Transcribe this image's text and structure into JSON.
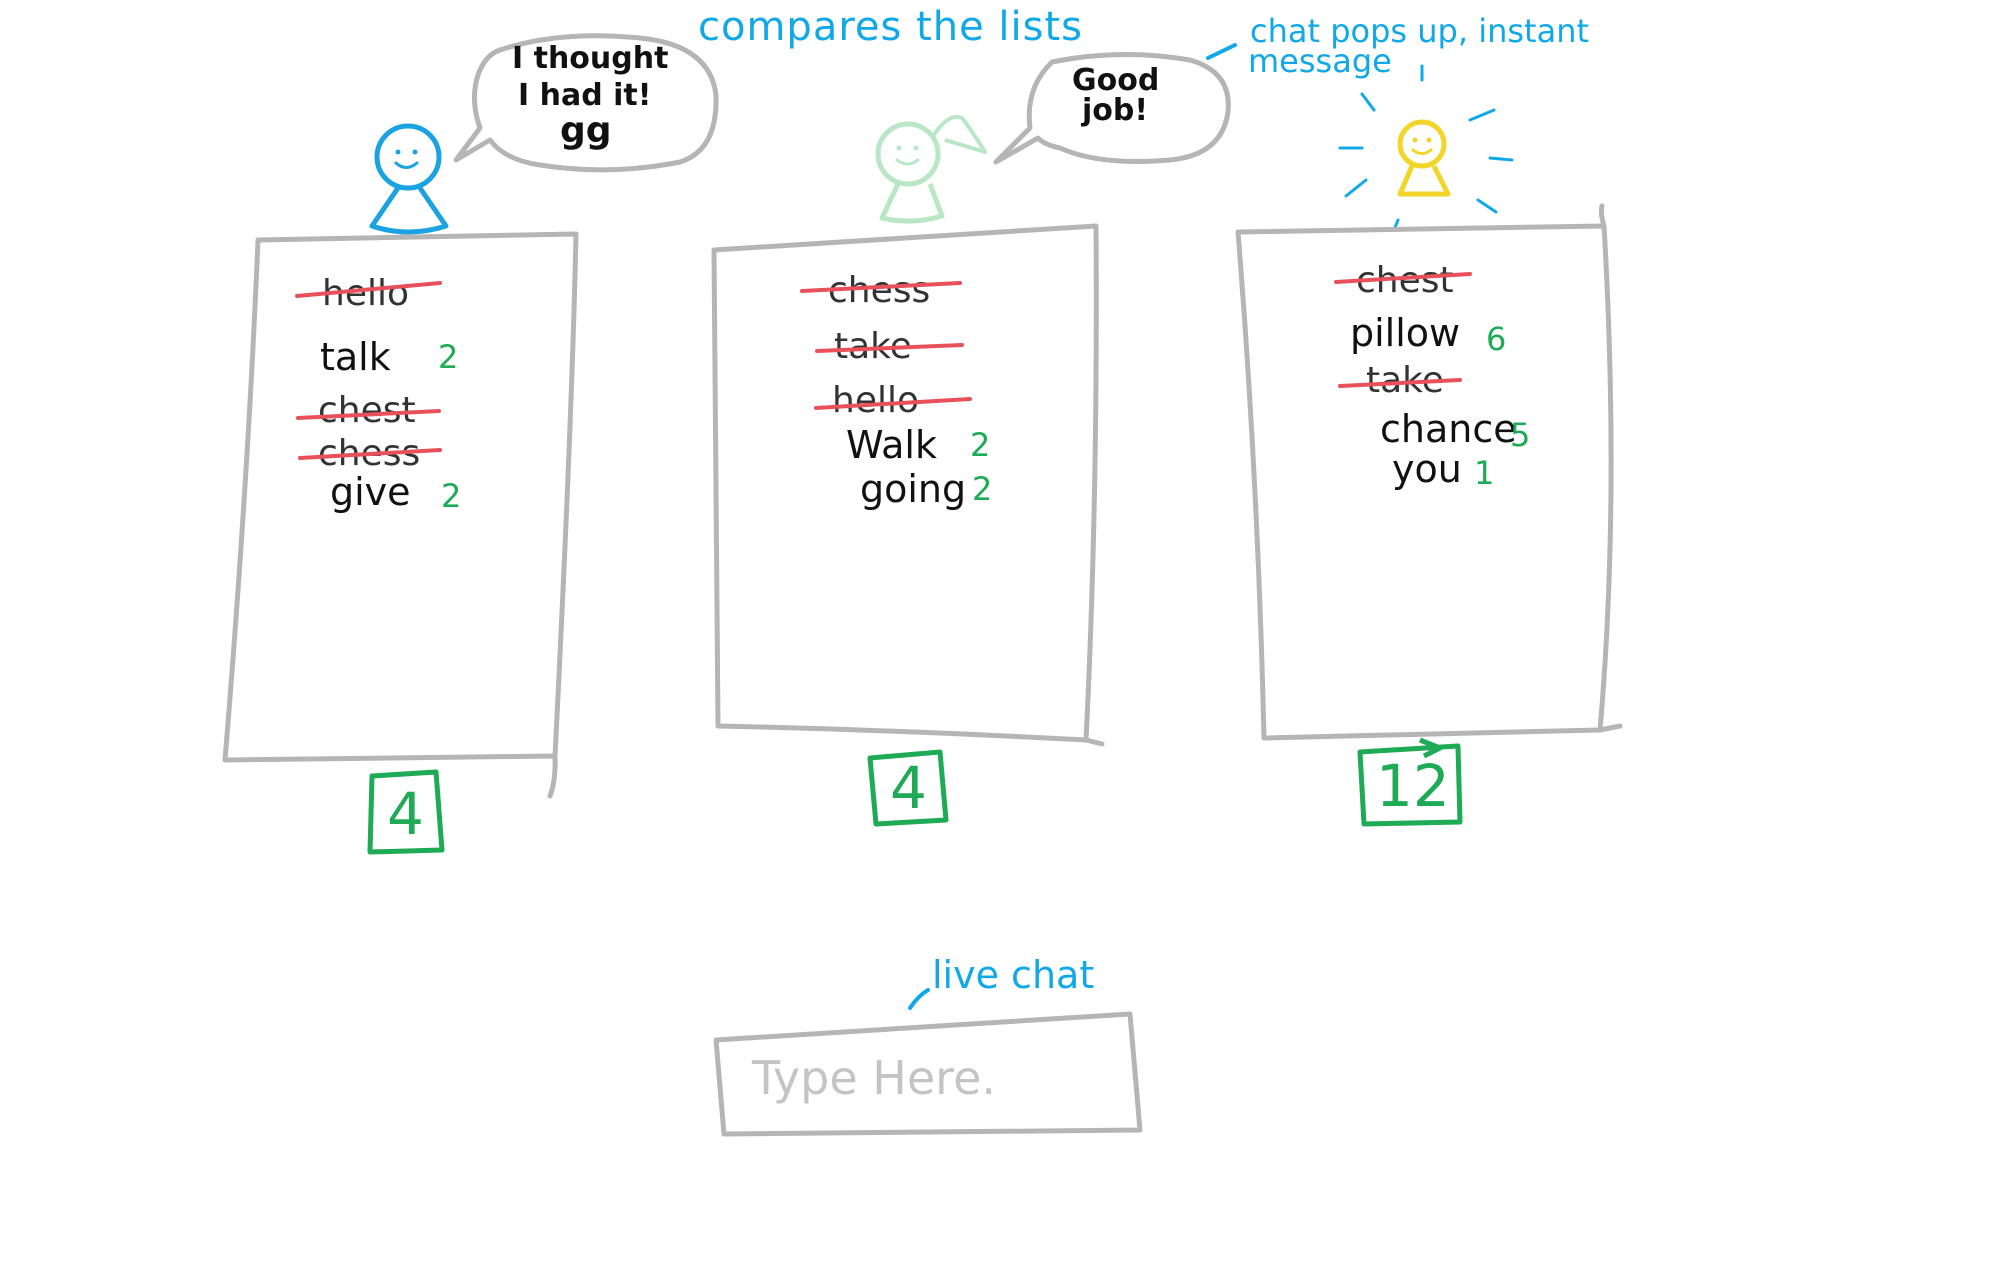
{
  "annotations": {
    "compares": "compares the lists",
    "chat_pops_line1": "chat pops up, instant",
    "chat_pops_line2": "message",
    "live_chat": "live chat"
  },
  "players": [
    {
      "color": "#1aa3e0",
      "bubble": [
        "I thought",
        "I had it!",
        "gg"
      ],
      "words": [
        {
          "text": "hello",
          "struck": true,
          "points": ""
        },
        {
          "text": "talk",
          "struck": false,
          "points": "2"
        },
        {
          "text": "chest",
          "struck": true,
          "points": ""
        },
        {
          "text": "chess",
          "struck": true,
          "points": ""
        },
        {
          "text": "give",
          "struck": false,
          "points": "2"
        }
      ],
      "score": "4"
    },
    {
      "color": "#b9e6c5",
      "bubble": [
        "Good",
        "job!"
      ],
      "words": [
        {
          "text": "chess",
          "struck": true,
          "points": ""
        },
        {
          "text": "take",
          "struck": true,
          "points": ""
        },
        {
          "text": "hello",
          "struck": true,
          "points": ""
        },
        {
          "text": "Walk",
          "struck": false,
          "points": "2"
        },
        {
          "text": "going",
          "struck": false,
          "points": "2"
        }
      ],
      "score": "4"
    },
    {
      "color": "#f3d52a",
      "bubble": [],
      "words": [
        {
          "text": "chest",
          "struck": true,
          "points": ""
        },
        {
          "text": "pillow",
          "struck": false,
          "points": "6"
        },
        {
          "text": "take",
          "struck": true,
          "points": ""
        },
        {
          "text": "chance",
          "struck": false,
          "points": "5"
        },
        {
          "text": "you",
          "struck": false,
          "points": "1"
        }
      ],
      "score": "12"
    }
  ],
  "chat": {
    "placeholder": "Type Here."
  },
  "colors": {
    "annotation": "#11a8e8",
    "points": "#1faa55",
    "strike": "#e8505b",
    "panel": "#b5b5b5"
  }
}
